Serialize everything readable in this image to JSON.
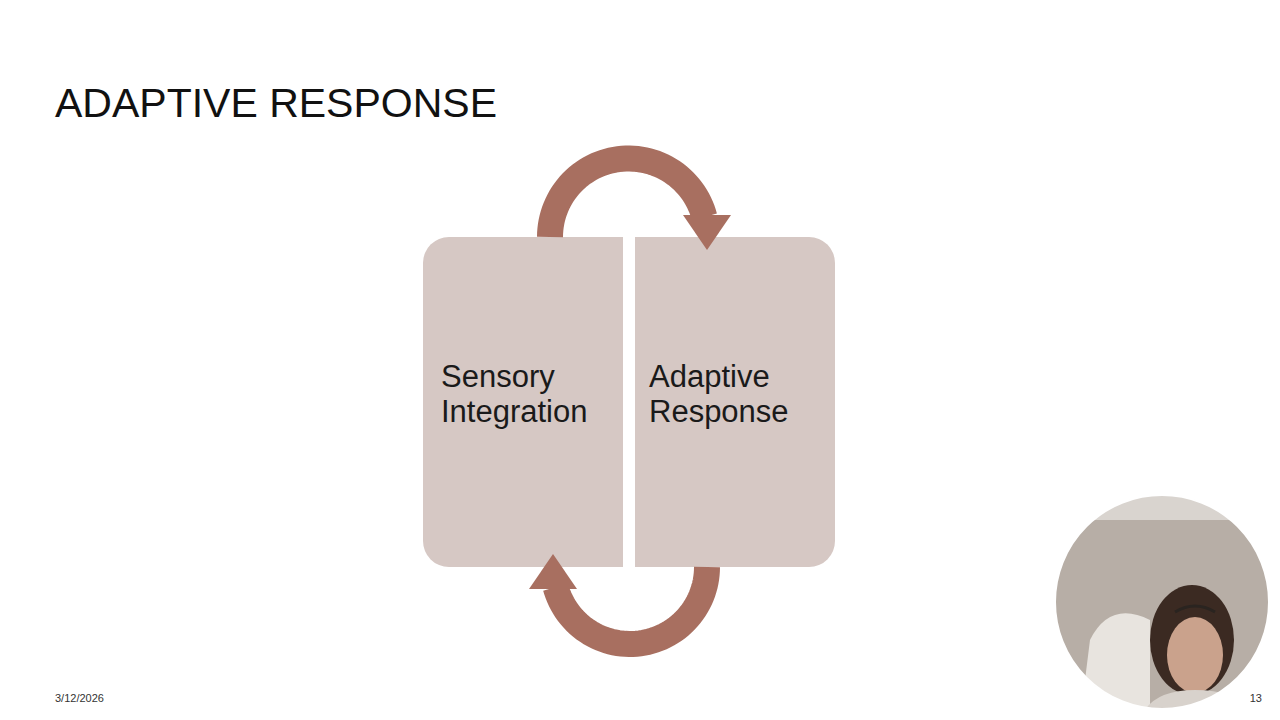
{
  "diagram": {
    "title": "ADAPTIVE RESPONSE",
    "nodes": [
      {
        "text": [
          "Sensory Integration"
        ]
      },
      {
        "text": [
          "Adaptive Response"
        ]
      }
    ],
    "edges": [
      {
        "from": 0,
        "to": 1,
        "arrow": "to"
      },
      {
        "from": 1,
        "to": 0,
        "arrow": "to"
      }
    ],
    "labels": [
      "3/12/2026",
      "13"
    ]
  }
}
